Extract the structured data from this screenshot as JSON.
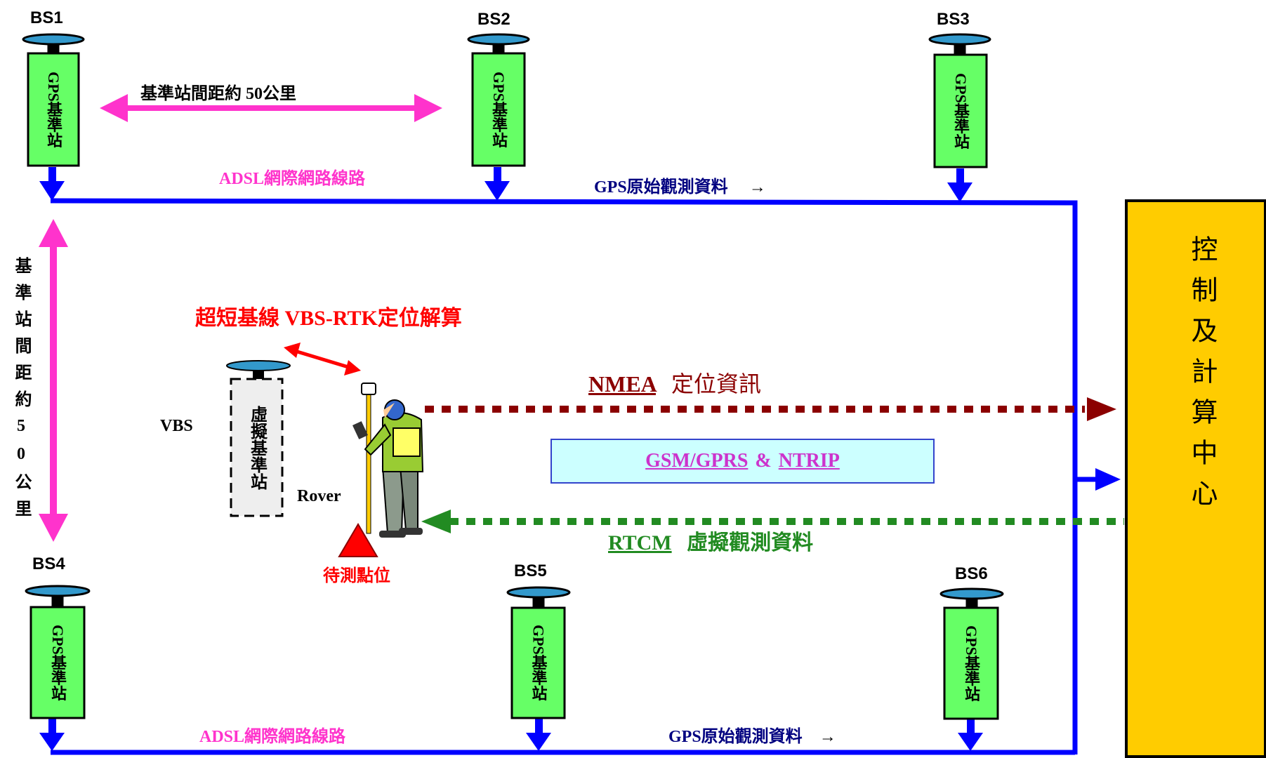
{
  "stations": {
    "bs1": "BS1",
    "bs2": "BS2",
    "bs3": "BS3",
    "bs4": "BS4",
    "bs5": "BS5",
    "bs6": "BS6",
    "body_label": "GPS基準站"
  },
  "links": {
    "distance_horizontal": "基準站間距約 50公里",
    "distance_vertical": "基準站間距約50公里",
    "adsl_top": "ADSL網際網路線路",
    "adsl_bottom": "ADSL網際網路線路",
    "gps_raw_top": "GPS原始觀測資料",
    "gps_raw_bottom": "GPS原始觀測資料",
    "arrow_glyph": "→"
  },
  "rover_area": {
    "vbs_rtk_title": "超短基線  VBS-RTK定位解算",
    "vbs_label": "VBS",
    "virtual_station_label": "虛擬基準站",
    "rover_label": "Rover",
    "target_point_label": "待測點位"
  },
  "comms": {
    "nmea_code": "NMEA",
    "nmea_text": "定位資訊",
    "gsm": "GSM/GPRS",
    "amp": "&",
    "ntrip": "NTRIP",
    "rtcm_code": "RTCM",
    "rtcm_text": "虛擬觀測資料"
  },
  "control_center": "控制及計算中心",
  "colors": {
    "station_green": "#66ff66",
    "antenna_blue": "#3399cc",
    "network_blue": "#0000ff",
    "distance_magenta": "#ff33cc",
    "title_red": "#ff0000",
    "nmea_darkred": "#8b0000",
    "rtcm_green": "#228b22",
    "gsm_box_fill": "#ccffff",
    "gsm_text_magenta": "#cc33cc",
    "control_fill": "#ffcc00",
    "navy_text": "#000080"
  }
}
